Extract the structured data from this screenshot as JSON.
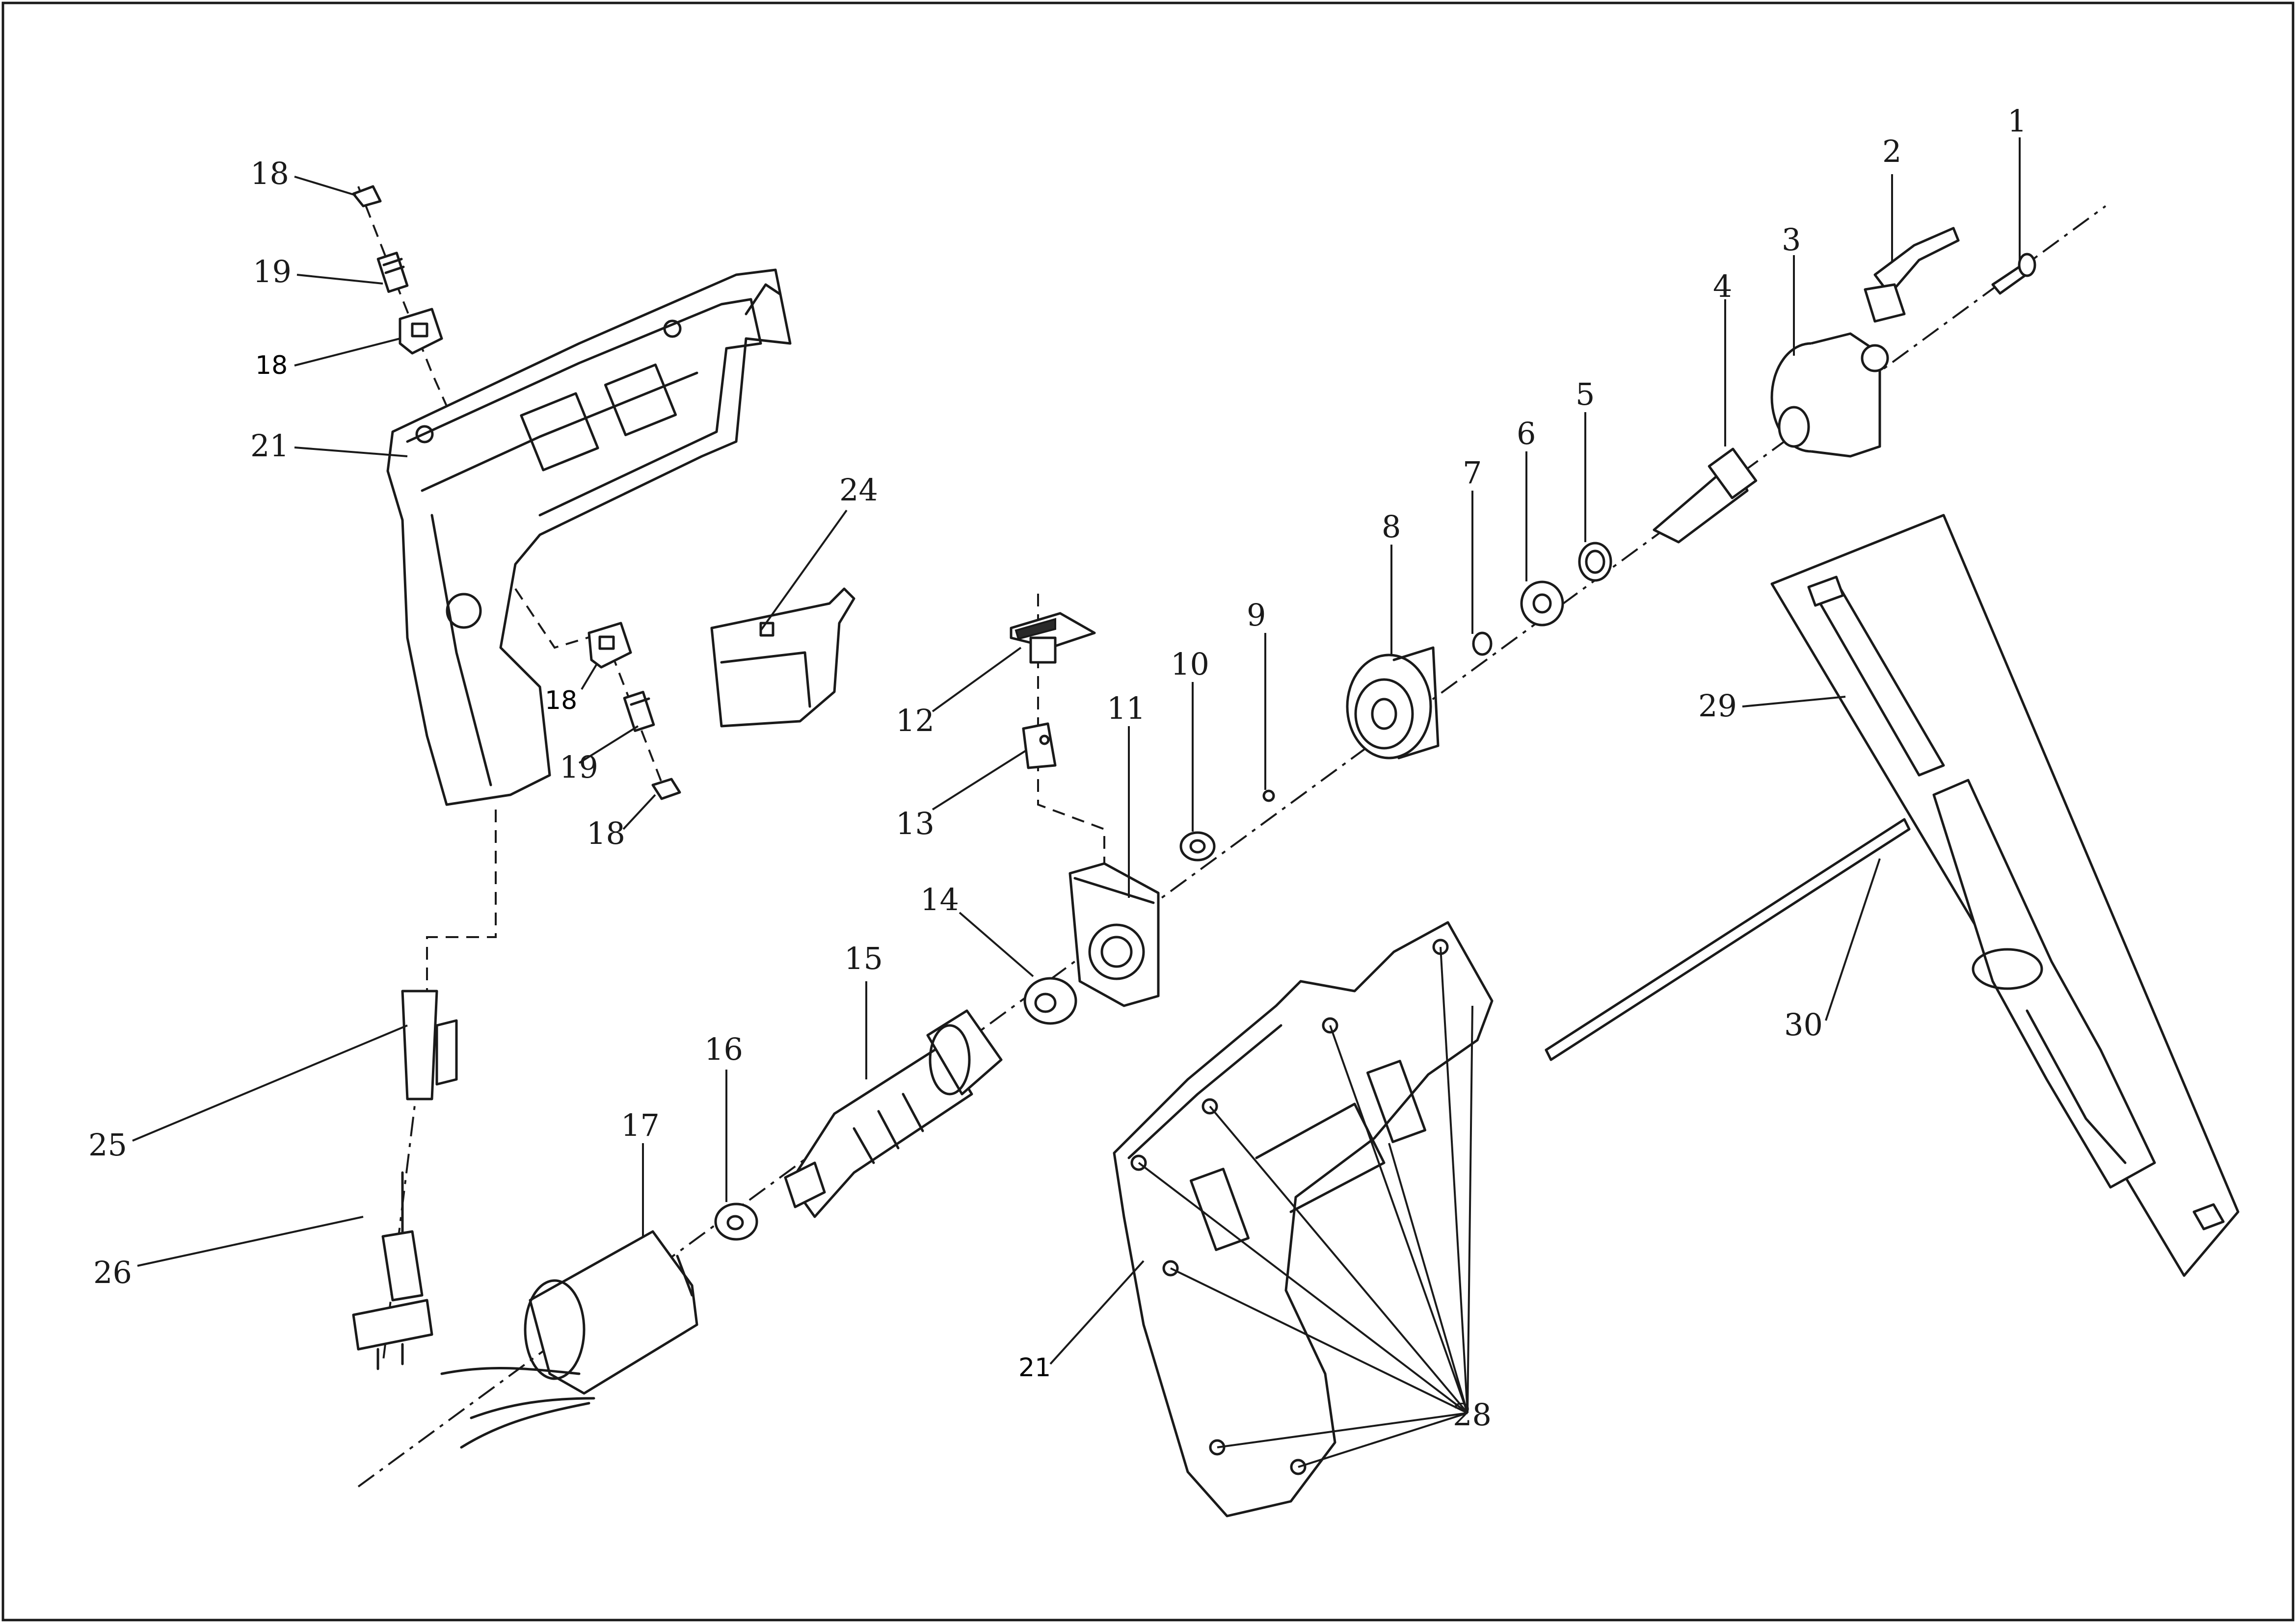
{
  "diagram": {
    "type": "exploded parts diagram",
    "colors": {
      "ink": "#1a1a1a",
      "background": "#ffffff"
    },
    "callouts": [
      {
        "id": "c1",
        "label": "1"
      },
      {
        "id": "c2",
        "label": "2"
      },
      {
        "id": "c3",
        "label": "3"
      },
      {
        "id": "c4",
        "label": "4"
      },
      {
        "id": "c5",
        "label": "5"
      },
      {
        "id": "c6",
        "label": "6"
      },
      {
        "id": "c7",
        "label": "7"
      },
      {
        "id": "c8",
        "label": "8"
      },
      {
        "id": "c9",
        "label": "9"
      },
      {
        "id": "c10",
        "label": "10"
      },
      {
        "id": "c11",
        "label": "11"
      },
      {
        "id": "c12",
        "label": "12"
      },
      {
        "id": "c13",
        "label": "13"
      },
      {
        "id": "c14",
        "label": "14"
      },
      {
        "id": "c15",
        "label": "15"
      },
      {
        "id": "c16",
        "label": "16"
      },
      {
        "id": "c17",
        "label": "17"
      },
      {
        "id": "c18a",
        "label": "18"
      },
      {
        "id": "c19a",
        "label": "19"
      },
      {
        "id": "c18b",
        "label": "18"
      },
      {
        "id": "c21a",
        "label": "21"
      },
      {
        "id": "c24",
        "label": "24"
      },
      {
        "id": "c18c",
        "label": "18"
      },
      {
        "id": "c19b",
        "label": "19"
      },
      {
        "id": "c18d",
        "label": "18"
      },
      {
        "id": "c25",
        "label": "25"
      },
      {
        "id": "c26",
        "label": "26"
      },
      {
        "id": "c21b",
        "label": "21"
      },
      {
        "id": "c28",
        "label": "28"
      },
      {
        "id": "c29",
        "label": "29"
      },
      {
        "id": "c30",
        "label": "30"
      }
    ]
  }
}
